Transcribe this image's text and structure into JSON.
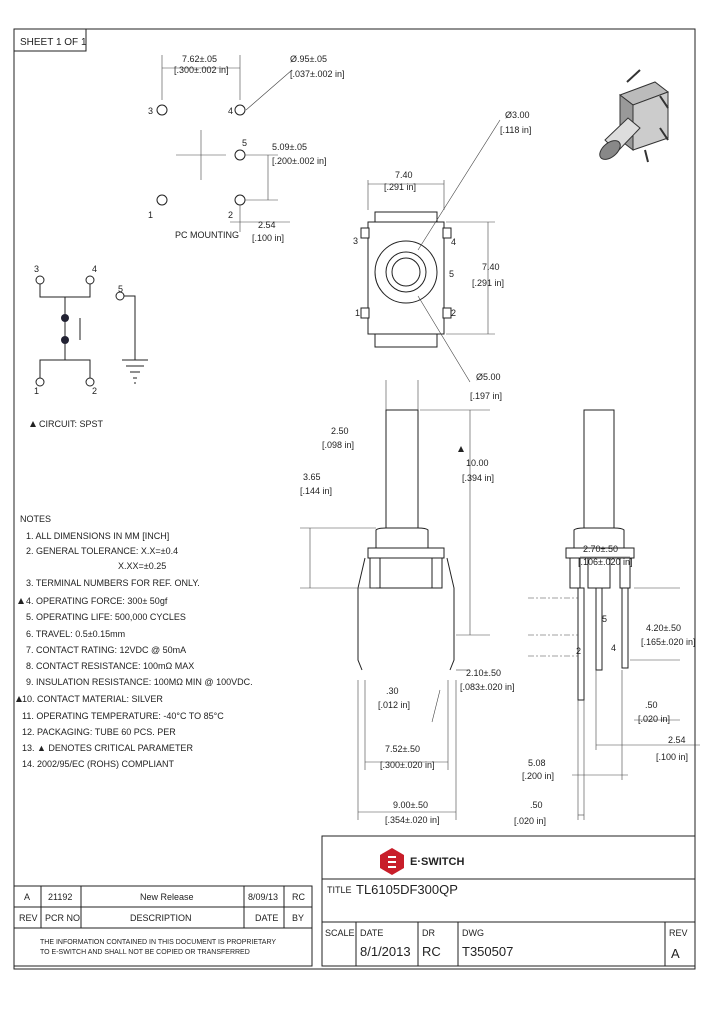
{
  "sheet": "SHEET 1 OF 1",
  "pcb": {
    "dim_top": "7.62±.05",
    "dim_top_in": "[.300±.002 in]",
    "dim_hole": "Ø.95±.05",
    "dim_hole_in": "[.037±.002 in]",
    "dim_vert": "5.09±.05",
    "dim_vert_in": "[.200±.002 in]",
    "dim_bot": "2.54",
    "dim_bot_in": "[.100 in]",
    "label": "PC MOUNTING",
    "pins": [
      "3",
      "4",
      "5",
      "1",
      "2"
    ]
  },
  "top": {
    "w": "7.40",
    "w_in": "[.291 in]",
    "h": "7.40",
    "h_in": "[.291 in]",
    "d_inner": "Ø3.00",
    "d_inner_in": "[.118 in]",
    "d_outer": "Ø5.00",
    "d_outer_in": "[.197 in]",
    "pins": [
      "3",
      "4",
      "5",
      "1",
      "2"
    ]
  },
  "circuit": {
    "label": "CIRCUIT: SPST",
    "pins": [
      "3",
      "4",
      "5",
      "1",
      "2"
    ]
  },
  "side": {
    "act_w": "2.50",
    "act_w_in": "[.098 in]",
    "h1": "3.65",
    "h1_in": "[.144 in]",
    "h2": "10.00",
    "h2_in": "[.394 in]",
    "lead": "2.10±.50",
    "lead_in": "[.083±.020 in]",
    "t": ".30",
    "t_in": "[.012 in]",
    "w1": "7.52±.50",
    "w1_in": "[.300±.020 in]",
    "w2": "9.00±.50",
    "w2_in": "[.354±.020 in]"
  },
  "side2": {
    "a": "2.70±.50",
    "a_in": "[.106±.020 in]",
    "b": "4.20±.50",
    "b_in": "[.165±.020 in]",
    "c": ".50",
    "c_in": "[.020 in]",
    "d": "2.54",
    "d_in": "[.100 in]",
    "e": "5.08",
    "e_in": "[.200 in]",
    "f": ".50",
    "f_in": "[.020 in]",
    "pins": [
      "5",
      "2",
      "4"
    ]
  },
  "notes": {
    "title": "NOTES",
    "items": [
      "1. ALL DIMENSIONS IN MM [INCH]",
      "2. GENERAL TOLERANCE: X.X=±0.4",
      "X.XX=±0.25",
      "3. TERMINAL NUMBERS FOR REF. ONLY.",
      "4. OPERATING FORCE: 300± 50gf",
      "5. OPERATING LIFE: 500,000 CYCLES",
      "6. TRAVEL: 0.5±0.15mm",
      "7. CONTACT RATING: 12VDC @ 50mA",
      "8. CONTACT RESISTANCE: 100mΩ MAX",
      "9. INSULATION RESISTANCE: 100MΩ MIN @ 100VDC.",
      "10. CONTACT MATERIAL: SILVER",
      "11. OPERATING TEMPERATURE: -40°C TO 85°C",
      "12. PACKAGING: TUBE 60 PCS. PER",
      "13. ▲ DENOTES CRITICAL PARAMETER",
      "14. 2002/95/EC (ROHS) COMPLIANT"
    ]
  },
  "brand": "E·SWITCH",
  "title_label": "TITLE",
  "title": "TL6105DF300QP",
  "revisions": {
    "row": {
      "rev": "A",
      "pcr": "21192",
      "desc": "New Release",
      "date": "8/09/13",
      "by": "RC"
    },
    "headers": {
      "rev": "REV",
      "pcr": "PCR NO",
      "desc": "DESCRIPTION",
      "date": "DATE",
      "by": "BY"
    }
  },
  "disclaimer": [
    "THE INFORMATION CONTAINED IN THIS DOCUMENT IS PROPRIETARY",
    "TO E-SWITCH AND SHALL NOT BE COPIED OR TRANSFERRED"
  ],
  "titleblock": {
    "scale_label": "SCALE",
    "date_label": "DATE",
    "date": "8/1/2013",
    "dr_label": "DR",
    "dr": "RC",
    "dwg_label": "DWG",
    "dwg": "T350507",
    "rev_label": "REV",
    "rev": "A"
  }
}
